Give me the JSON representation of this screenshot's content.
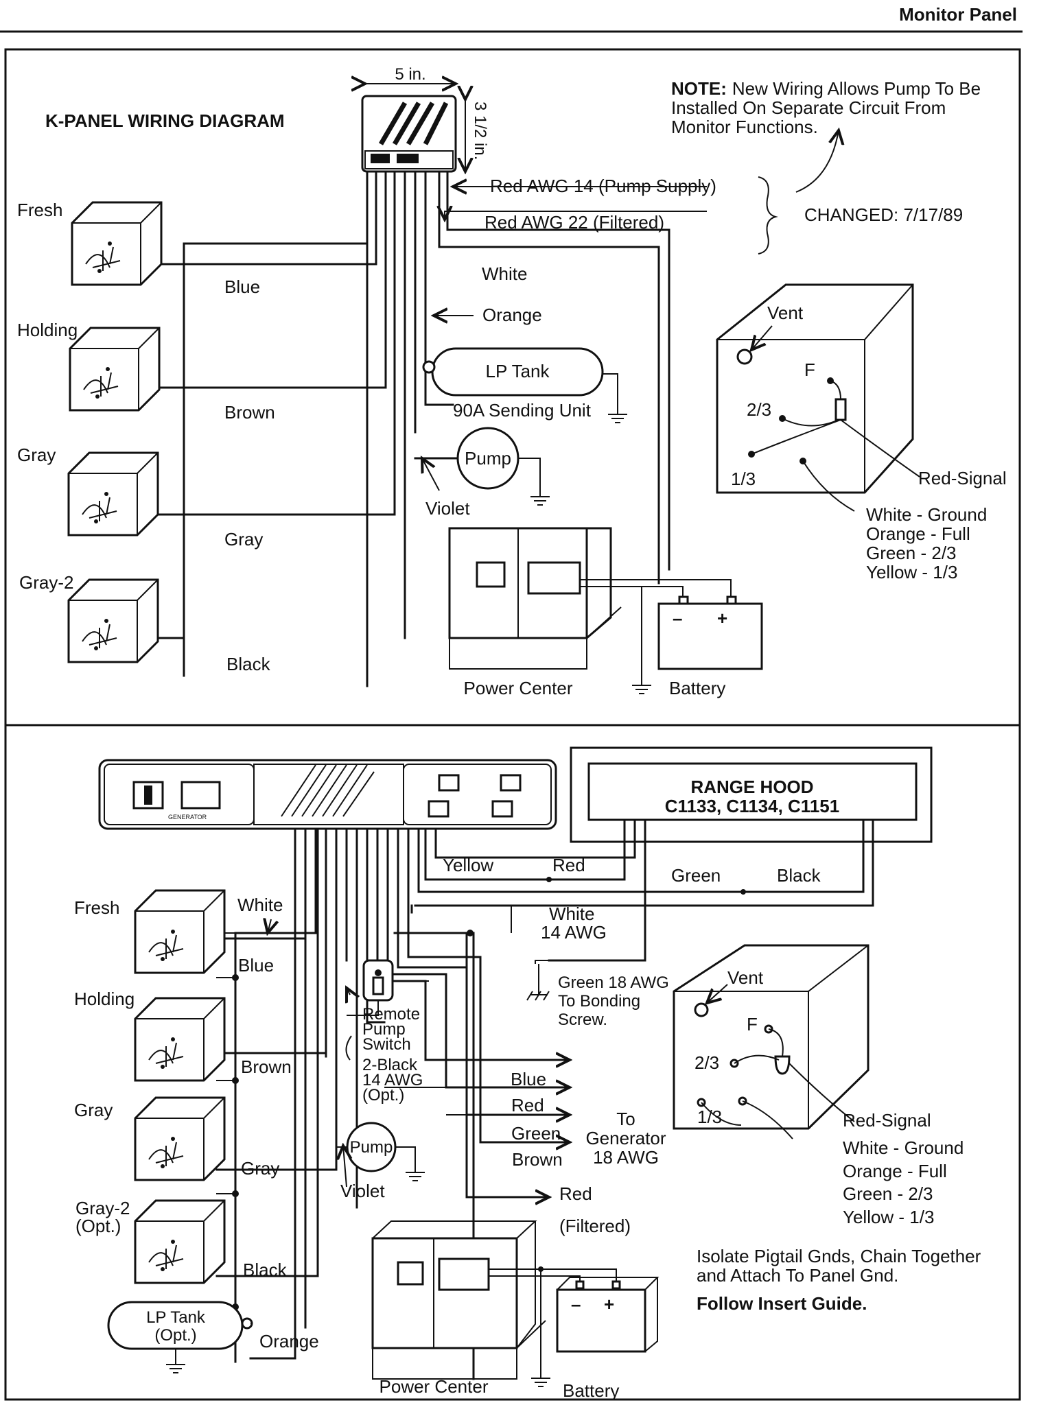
{
  "header": {
    "title": "Monitor Panel"
  },
  "top": {
    "title": "K-PANEL WIRING DIAGRAM",
    "dim_width": "5 in.",
    "dim_height": "3 1/2 in.",
    "note_bold": "NOTE:",
    "note_line1": "New Wiring Allows Pump To Be",
    "note_line2": "Installed On Separate Circuit From",
    "note_line3": "Monitor Functions.",
    "changed": "CHANGED:  7/17/89",
    "red14": "Red AWG 14 (Pump Supply)",
    "red22": "Red AWG 22 (Filtered)",
    "tanks": [
      "Fresh",
      "Holding",
      "Gray",
      "Gray-2"
    ],
    "wires": [
      "Blue",
      "Brown",
      "Gray",
      "Black"
    ],
    "white": "White",
    "orange": "Orange",
    "lp_tank": "LP Tank",
    "sending_unit": "90A Sending Unit",
    "pump": "Pump",
    "violet": "Violet",
    "power_center": "Power Center",
    "battery": "Battery",
    "tank_detail": {
      "vent": "Vent",
      "f": "F",
      "two_thirds": "2/3",
      "one_third": "1/3",
      "red_signal": "Red-Signal",
      "legend": [
        "White - Ground",
        "Orange - Full",
        "Green - 2/3",
        "Yellow - 1/3"
      ]
    }
  },
  "bottom": {
    "panel_small_text": "GENERATOR",
    "range_hood_title": "RANGE HOOD",
    "range_hood_models": "C1133, C1134, C1151",
    "yellow": "Yellow",
    "red": "Red",
    "green": "Green",
    "black": "Black",
    "white14_1": "White",
    "white14_2": "14 AWG",
    "green18_1": "Green 18 AWG",
    "green18_2": "To Bonding",
    "green18_3": "Screw.",
    "tanks": [
      "Fresh",
      "Holding",
      "Gray"
    ],
    "gray2_1": "Gray-2",
    "gray2_2": "(Opt.)",
    "white": "White",
    "wires": [
      "Blue",
      "Brown",
      "Gray",
      "Black"
    ],
    "remote_switch": [
      "Remote",
      "Pump",
      "Switch"
    ],
    "black_awg": [
      "2-Black",
      "14 AWG",
      "(Opt.)"
    ],
    "pump": "Pump",
    "violet": "Violet",
    "lp_tank_1": "LP Tank",
    "lp_tank_2": "(Opt.)",
    "orange": "Orange",
    "gen_wires": [
      "Blue",
      "Red",
      "Green",
      "Brown"
    ],
    "to_generator": [
      "To",
      "Generator",
      "18 AWG"
    ],
    "red_filtered_1": "Red",
    "red_filtered_2": "(Filtered)",
    "power_center": "Power Center",
    "battery": "Battery",
    "tank_detail": {
      "vent": "Vent",
      "f": "F",
      "two_thirds": "2/3",
      "one_third": "1/3",
      "red_signal": "Red-Signal",
      "legend": [
        "White - Ground",
        "Orange - Full",
        "Green - 2/3",
        "Yellow - 1/3"
      ]
    },
    "isolate_1": "Isolate Pigtail Gnds, Chain Together",
    "isolate_2": "and Attach To Panel Gnd.",
    "follow": "Follow Insert Guide."
  }
}
